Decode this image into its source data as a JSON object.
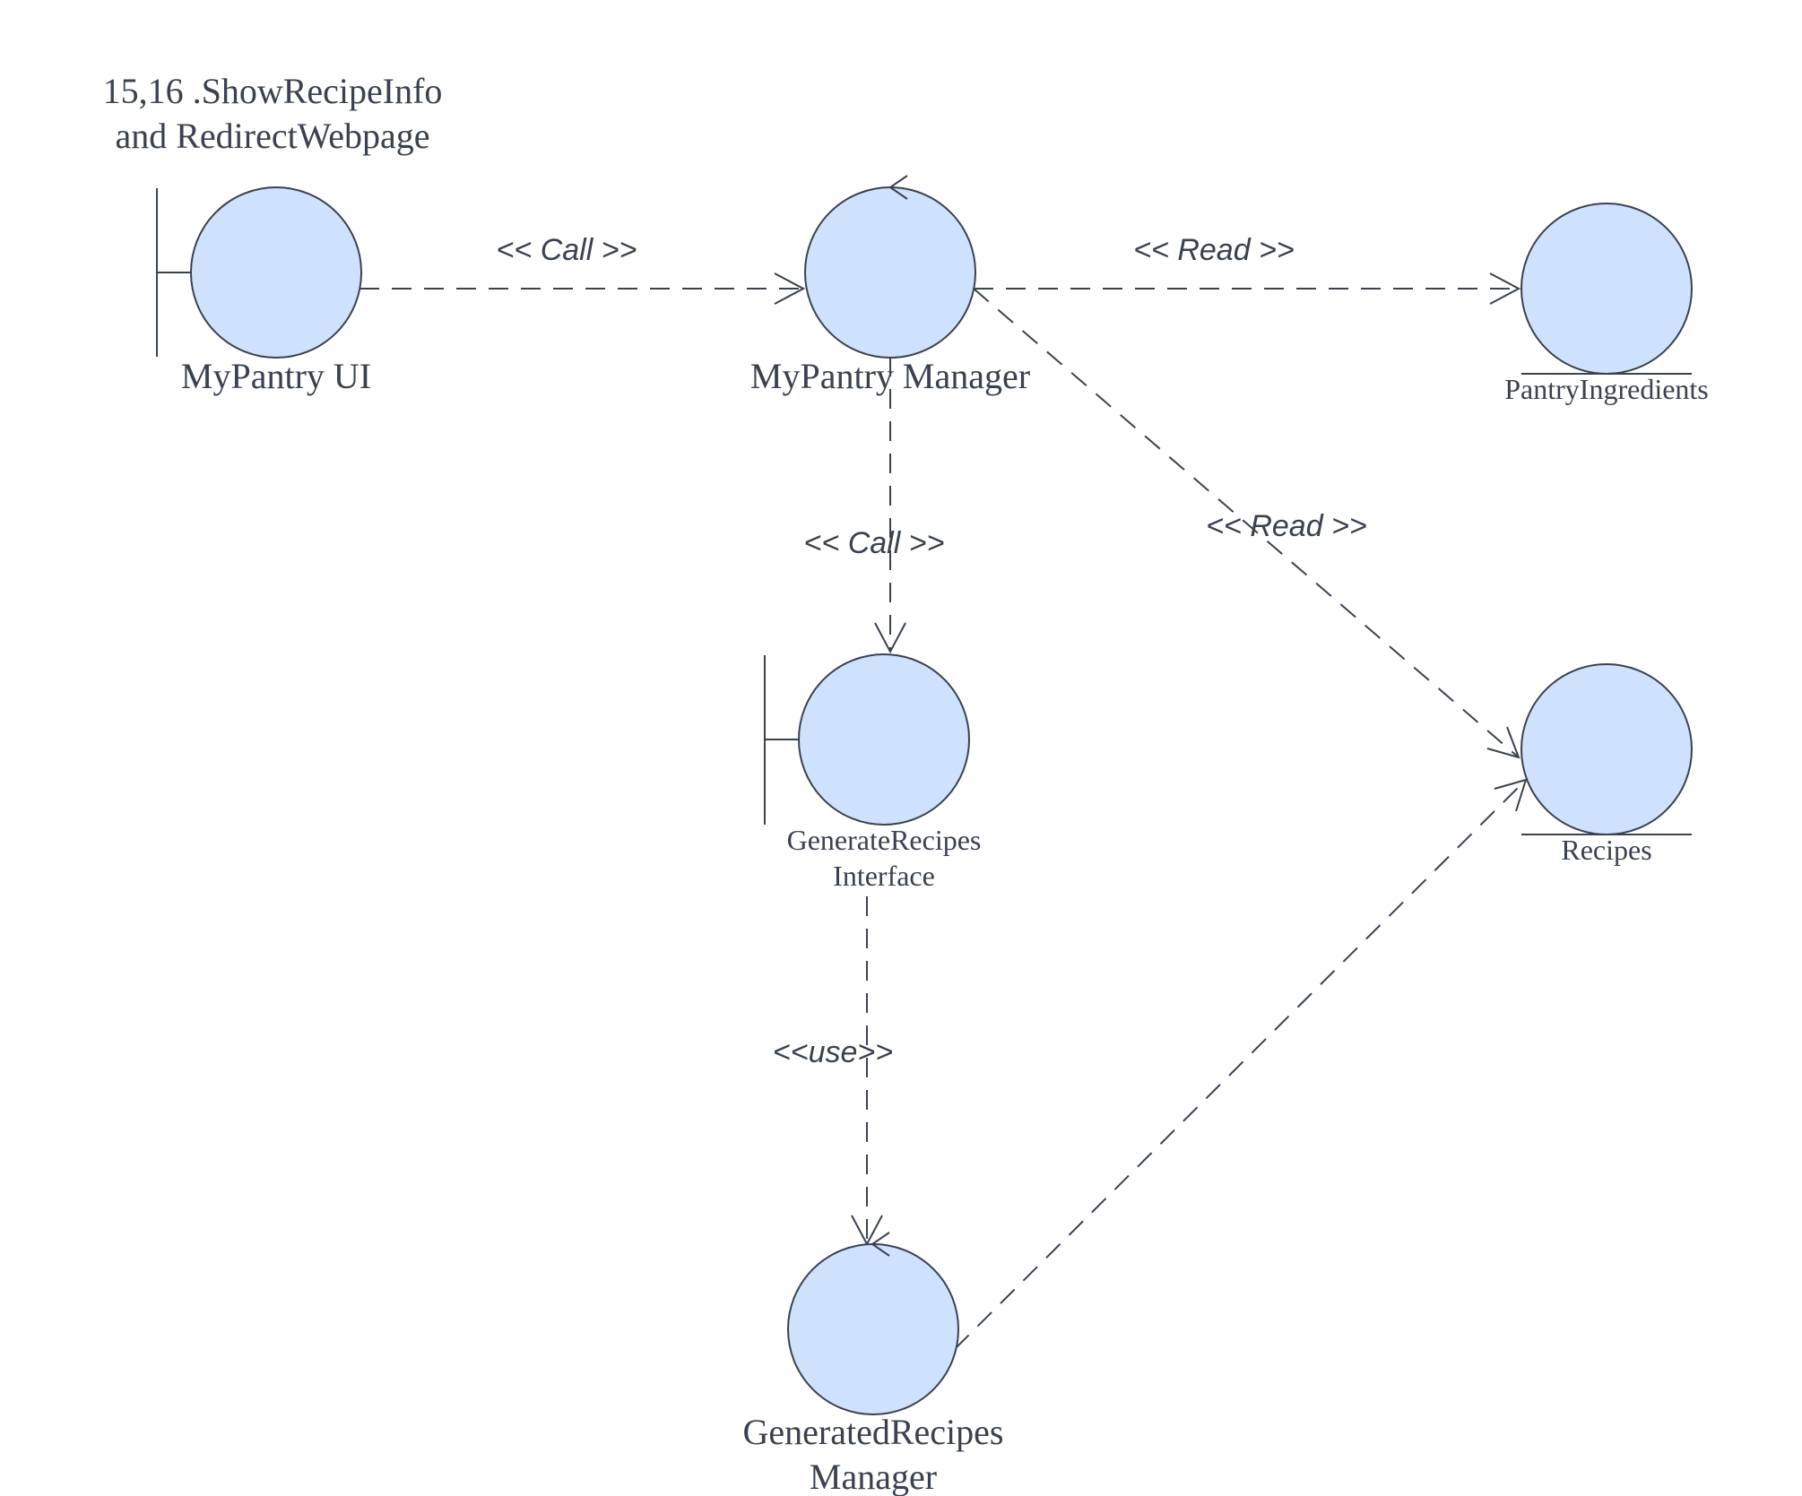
{
  "diagram": {
    "title_line1": "15,16 .ShowRecipeInfo",
    "title_line2": "and RedirectWebpage",
    "colors": {
      "node_fill": "#cfe2fd",
      "stroke": "#3a4150",
      "background": "#ffffff"
    },
    "nodes": {
      "mypantry_ui": {
        "kind": "boundary",
        "label": "MyPantry UI"
      },
      "mypantry_manager": {
        "kind": "control",
        "label": "MyPantry Manager"
      },
      "pantry_ingredients": {
        "kind": "entity",
        "label": "PantryIngredients"
      },
      "generate_recipes_interface": {
        "kind": "boundary",
        "label_line1": "GenerateRecipes",
        "label_line2": "Interface"
      },
      "recipes": {
        "kind": "entity",
        "label": "Recipes"
      },
      "generated_recipes_manager": {
        "kind": "control",
        "label_line1": "GeneratedRecipes",
        "label_line2": "Manager"
      }
    },
    "edges": {
      "ui_to_manager": {
        "from": "MyPantry UI",
        "to": "MyPantry Manager",
        "label": "<< Call >>"
      },
      "manager_to_pantry": {
        "from": "MyPantry Manager",
        "to": "PantryIngredients",
        "label": "<< Read >>"
      },
      "manager_to_interface": {
        "from": "MyPantry Manager",
        "to": "GenerateRecipes Interface",
        "label": "<< Call >>"
      },
      "manager_to_recipes": {
        "from": "MyPantry Manager",
        "to": "Recipes",
        "label": "<< Read >>"
      },
      "interface_to_generated": {
        "from": "GenerateRecipes Interface",
        "to": "GeneratedRecipes Manager",
        "label": "<<use>>"
      },
      "generated_to_recipes": {
        "from": "GeneratedRecipes Manager",
        "to": "Recipes",
        "label": ""
      }
    }
  }
}
